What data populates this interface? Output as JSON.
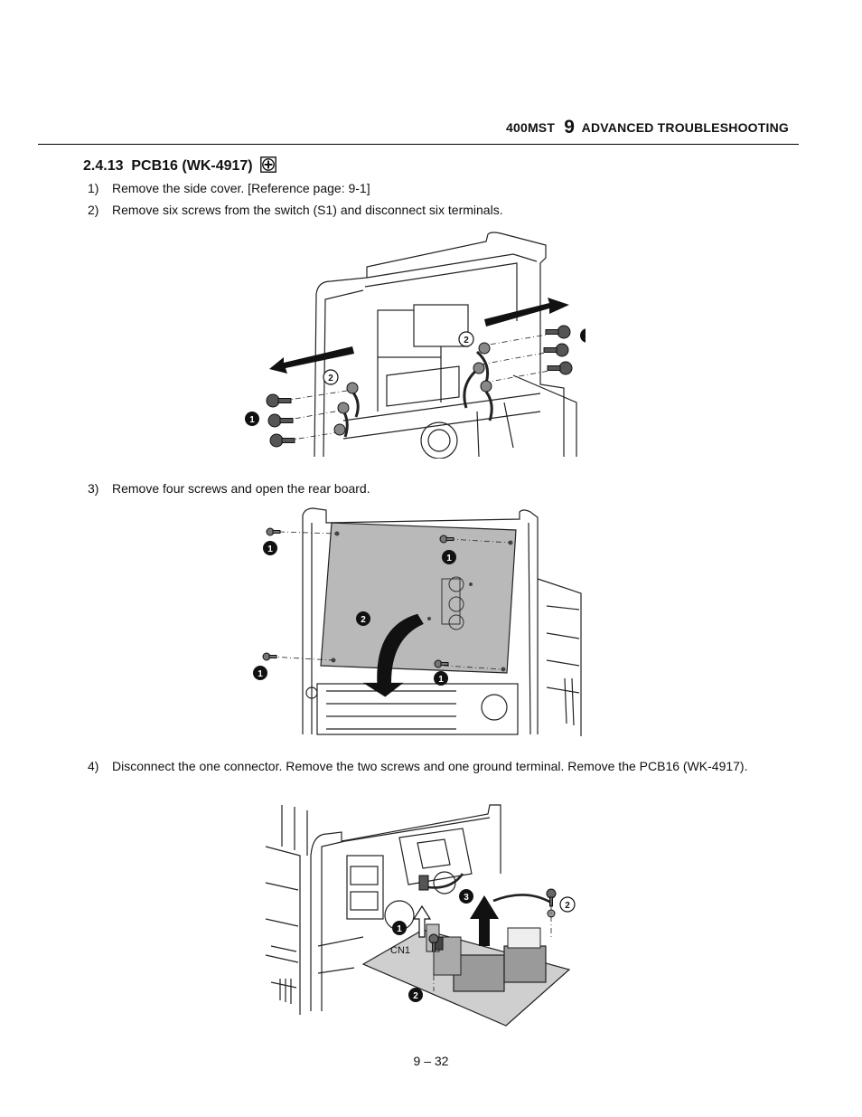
{
  "header": {
    "model": "400MST",
    "chapter_number": "9",
    "chapter_title": "ADVANCED TROUBLESHOOTING"
  },
  "section": {
    "number": "2.4.13",
    "title": "PCB16 (WK-4917)",
    "icon": "plus-circle-icon"
  },
  "steps": [
    {
      "number": "1)",
      "text": "Remove the side cover. [Reference page: 9-1]"
    },
    {
      "number": "2)",
      "text": "Remove six screws from the switch (S1) and disconnect six terminals."
    },
    {
      "number": "3)",
      "text": "Remove four screws and open the rear board."
    },
    {
      "number": "4)",
      "text": "Disconnect the one connector. Remove the two screws and one ground terminal. Remove the PCB16 (WK-4917)."
    }
  ],
  "figures": {
    "fig1": {
      "callouts": {
        "screws": "1",
        "terminals": "2"
      }
    },
    "fig2": {
      "callouts": {
        "screws": "1",
        "board": "2"
      }
    },
    "fig3": {
      "callouts": {
        "connector": "1",
        "screws": "2",
        "ground": "3"
      },
      "connector_label": "CN1"
    }
  },
  "footer": {
    "page": "9 – 32"
  }
}
